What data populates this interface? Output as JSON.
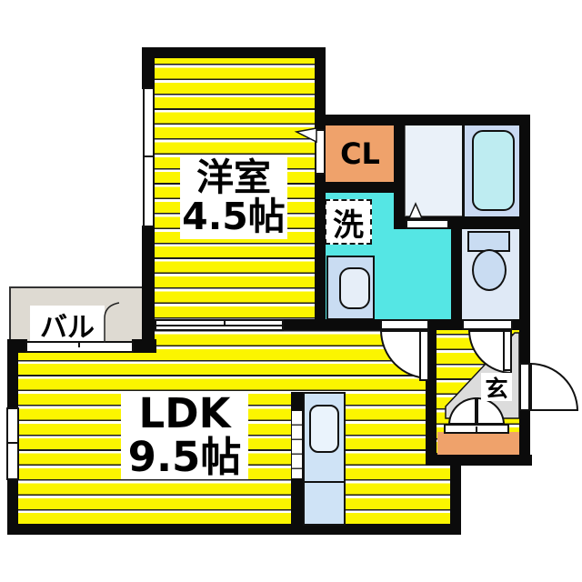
{
  "plan": {
    "western_room": {
      "name": "洋室",
      "size": "4.5帖"
    },
    "ldk": {
      "name": "LDK",
      "size": "9.5帖"
    },
    "closet_label": "CL",
    "laundry_label": "洗",
    "entrance_label": "玄",
    "balcony_label": "バル",
    "colors": {
      "room_yellow": "#FBF500",
      "closet_orange": "#EFA26B",
      "washroom_cyan": "#55E6E4",
      "bath_shower_pale": "#EAF1F9",
      "bath_tub_zone": "#C9D9F2",
      "bathtub_cyan": "#BEECF1",
      "fixture_blue": "#C9DCF2",
      "toilet_room_blue": "#DFE9F6",
      "kitchen_blue": "#CFE3F6",
      "balcony_gray": "#DEDAD2",
      "genkan_gray": "#DCDCDC",
      "wall_black": "#0B0B0B"
    }
  }
}
